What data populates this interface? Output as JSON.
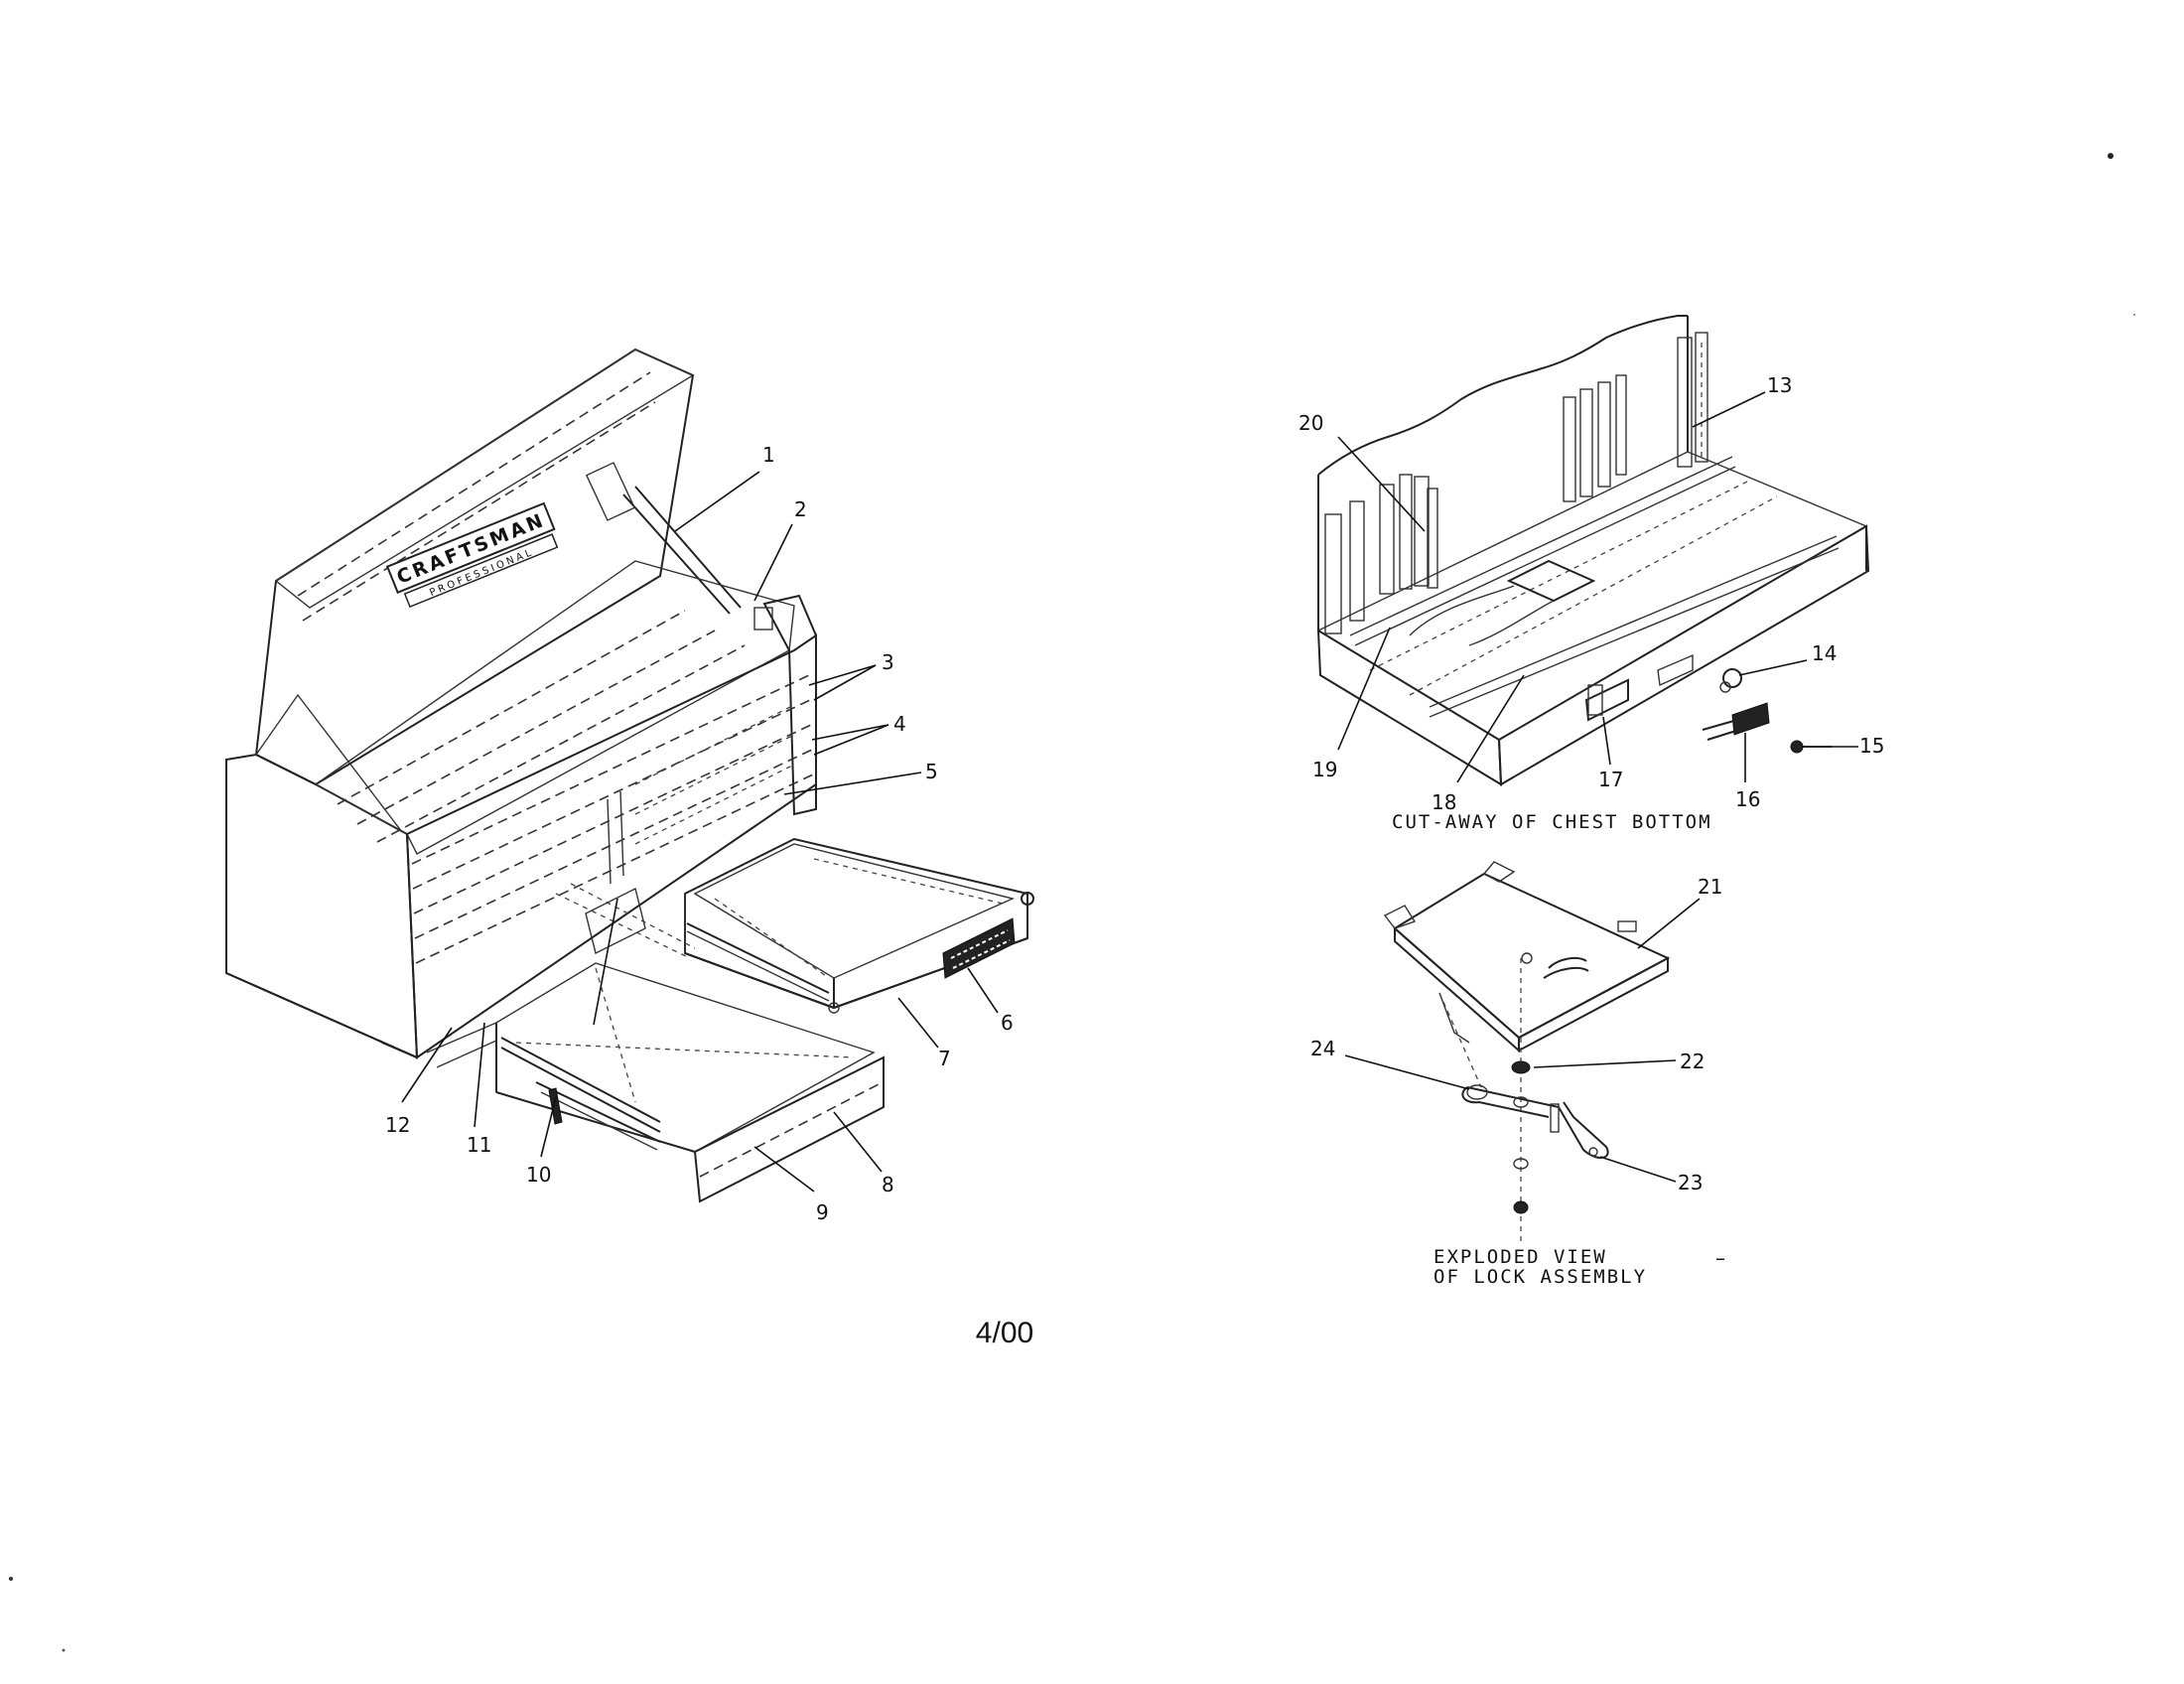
{
  "page": {
    "date_code": "4/00",
    "dash_mark": "–"
  },
  "chest": {
    "brand": "CRAFTSMAN",
    "brand_sub": "PROFESSIONAL",
    "callouts": [
      "1",
      "2",
      "3",
      "4",
      "5",
      "6",
      "7",
      "8",
      "9",
      "10",
      "11",
      "12"
    ]
  },
  "cutaway": {
    "caption": "CUT-AWAY OF CHEST BOTTOM",
    "callouts": [
      "13",
      "14",
      "15",
      "16",
      "17",
      "18",
      "19",
      "20"
    ]
  },
  "lock": {
    "caption_line1": "EXPLODED VIEW",
    "caption_line2": "OF LOCK ASSEMBLY",
    "callouts": [
      "21",
      "22",
      "23",
      "24"
    ]
  }
}
